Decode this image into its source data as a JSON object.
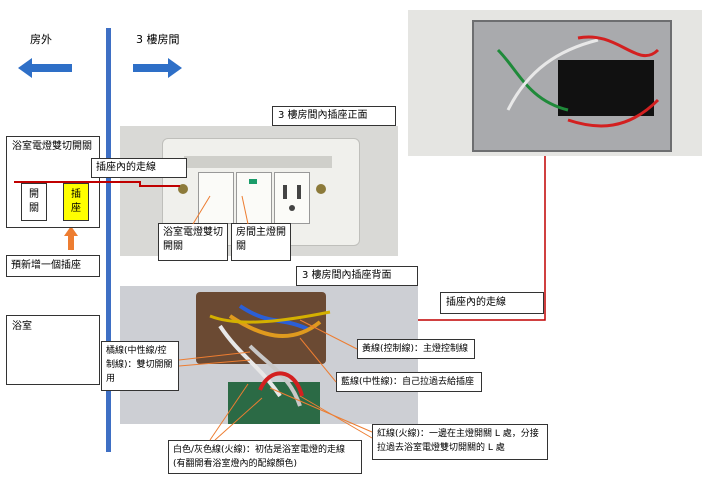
{
  "left_region": {
    "outside_label": "房外",
    "room_label": "3 樓房間",
    "bath_switch_box_title": "浴室電燈雙切開關",
    "switch_label": "開關",
    "outlet_label": "插座",
    "planned_outlet_note": "預新增一個插座",
    "bathroom_label": "浴室"
  },
  "front_photo": {
    "title": "3 樓房間內插座正面",
    "wiring_label": "插座內的走線",
    "callout_bath_switch": "浴室電燈雙切開關",
    "callout_main_switch": "房間主燈開關"
  },
  "back_photo": {
    "title": "3 樓房間內插座背面",
    "callout_orange": "橘線(中性線/控制線)：雙切開關用",
    "callout_yellow": "黃線(控制線)：主燈控制線",
    "callout_blue": "藍線(中性線)：自己拉過去給插座",
    "callout_white": "白色/灰色線(火線)：初估是浴室電燈的走線(有翻開看浴室燈內的配線顏色)",
    "callout_red": "紅線(火線)：一邊在主燈開關 L 處，分接拉過去浴室電燈雙切開關的 L 處"
  },
  "breaker_photo": {
    "wiring_label": "插座內的走線"
  },
  "colors": {
    "arrow_blue": "#2E6FC7",
    "divider_blue": "#3E6FC4",
    "red_line": "#C00000",
    "orange_arrow": "#ED7D31",
    "yellow_fill": "#FFFF00"
  }
}
